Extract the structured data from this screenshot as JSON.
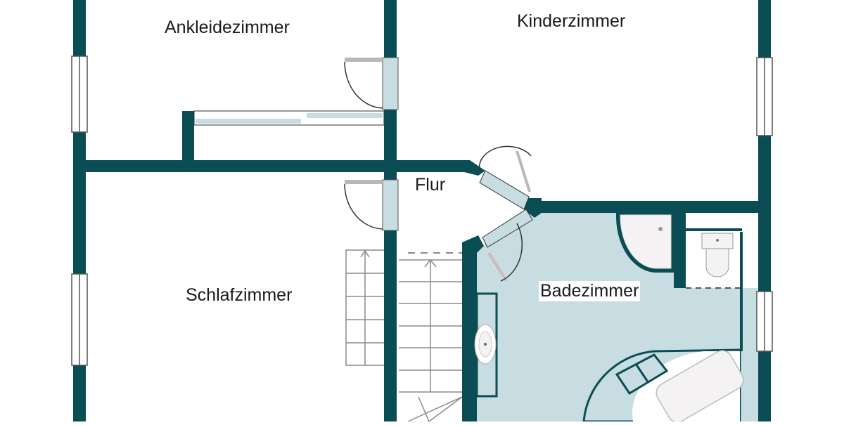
{
  "plan": {
    "type": "floor-plan",
    "colors": {
      "wall": "#0b4d55",
      "bath_floor": "#c8dde1",
      "door_leaf": "#c8dde1",
      "door_swing": "#b0b0b0",
      "stairs_line": "#888888",
      "background": "#ffffff"
    },
    "rooms": [
      {
        "id": "ankleidezimmer",
        "label": "Ankleidezimmer"
      },
      {
        "id": "kinderzimmer",
        "label": "Kinderzimmer"
      },
      {
        "id": "flur",
        "label": "Flur"
      },
      {
        "id": "schlafzimmer",
        "label": "Schlafzimmer"
      },
      {
        "id": "badezimmer",
        "label": "Badezimmer"
      }
    ],
    "fixtures": [
      "stairs",
      "shower",
      "toilet",
      "sink",
      "bathtub",
      "built-in-wardrobe"
    ]
  }
}
